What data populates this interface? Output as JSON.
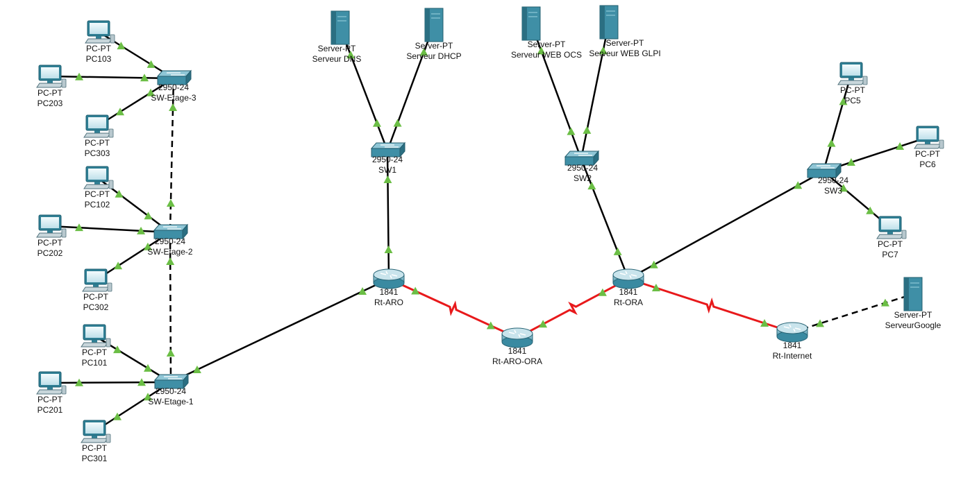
{
  "colors": {
    "link_ethernet": "#000000",
    "link_serial": "#e8191b",
    "link_up_marker": "#6bbe45",
    "device_teal": "#3f8fa6",
    "device_dark": "#2b6f82",
    "screen": "#d7ecf3"
  },
  "devices": [
    {
      "id": "pc103",
      "kind": "pc",
      "model": "PC-PT",
      "name": "PC103"
    },
    {
      "id": "pc203",
      "kind": "pc",
      "model": "PC-PT",
      "name": "PC203"
    },
    {
      "id": "pc303",
      "kind": "pc",
      "model": "PC-PT",
      "name": "PC303"
    },
    {
      "id": "pc102",
      "kind": "pc",
      "model": "PC-PT",
      "name": "PC102"
    },
    {
      "id": "pc202",
      "kind": "pc",
      "model": "PC-PT",
      "name": "PC202"
    },
    {
      "id": "pc302",
      "kind": "pc",
      "model": "PC-PT",
      "name": "PC302"
    },
    {
      "id": "pc101",
      "kind": "pc",
      "model": "PC-PT",
      "name": "PC101"
    },
    {
      "id": "pc201",
      "kind": "pc",
      "model": "PC-PT",
      "name": "PC201"
    },
    {
      "id": "pc301",
      "kind": "pc",
      "model": "PC-PT",
      "name": "PC301"
    },
    {
      "id": "sw3e",
      "kind": "switch",
      "model": "2950-24",
      "name": "SW-Etage-3"
    },
    {
      "id": "sw2e",
      "kind": "switch",
      "model": "2950-24",
      "name": "SW-Etage-2"
    },
    {
      "id": "sw1e",
      "kind": "switch",
      "model": "2950-24",
      "name": "SW-Etage-1"
    },
    {
      "id": "dns",
      "kind": "server",
      "model": "Server-PT",
      "name": "Serveur DNS"
    },
    {
      "id": "dhcp",
      "kind": "server",
      "model": "Server-PT",
      "name": "Serveur DHCP"
    },
    {
      "id": "ocs",
      "kind": "server",
      "model": "Server-PT",
      "name": "Serveur WEB OCS"
    },
    {
      "id": "glpi",
      "kind": "server",
      "model": "Server-PT",
      "name": "Serveur WEB GLPI"
    },
    {
      "id": "sw1",
      "kind": "switch",
      "model": "2950-24",
      "name": "SW1"
    },
    {
      "id": "sw2",
      "kind": "switch",
      "model": "2950-24",
      "name": "SW2"
    },
    {
      "id": "sw3",
      "kind": "switch",
      "model": "2950-24",
      "name": "SW3"
    },
    {
      "id": "pc5",
      "kind": "pc",
      "model": "PC-PT",
      "name": "PC5"
    },
    {
      "id": "pc6",
      "kind": "pc",
      "model": "PC-PT",
      "name": "PC6"
    },
    {
      "id": "pc7",
      "kind": "pc",
      "model": "PC-PT",
      "name": "PC7"
    },
    {
      "id": "rtaro",
      "kind": "router",
      "model": "1841",
      "name": "Rt-ARO"
    },
    {
      "id": "rtaroora",
      "kind": "router",
      "model": "1841",
      "name": "Rt-ARO-ORA"
    },
    {
      "id": "rtora",
      "kind": "router",
      "model": "1841",
      "name": "Rt-ORA"
    },
    {
      "id": "rtinternet",
      "kind": "router",
      "model": "1841",
      "name": "Rt-Internet"
    },
    {
      "id": "google",
      "kind": "server",
      "model": "Server-PT",
      "name": "ServeurGoogle"
    }
  ],
  "links": [
    {
      "from": "pc103",
      "to": "sw3e",
      "type": "straight"
    },
    {
      "from": "pc203",
      "to": "sw3e",
      "type": "straight"
    },
    {
      "from": "pc303",
      "to": "sw3e",
      "type": "straight"
    },
    {
      "from": "pc102",
      "to": "sw2e",
      "type": "straight"
    },
    {
      "from": "pc202",
      "to": "sw2e",
      "type": "straight"
    },
    {
      "from": "pc302",
      "to": "sw2e",
      "type": "straight"
    },
    {
      "from": "pc101",
      "to": "sw1e",
      "type": "straight"
    },
    {
      "from": "pc201",
      "to": "sw1e",
      "type": "straight"
    },
    {
      "from": "pc301",
      "to": "sw1e",
      "type": "straight"
    },
    {
      "from": "sw3e",
      "to": "sw2e",
      "type": "crossover"
    },
    {
      "from": "sw2e",
      "to": "sw1e",
      "type": "crossover"
    },
    {
      "from": "sw1e",
      "to": "rtaro",
      "type": "straight"
    },
    {
      "from": "dns",
      "to": "sw1",
      "type": "straight"
    },
    {
      "from": "dhcp",
      "to": "sw1",
      "type": "straight"
    },
    {
      "from": "sw1",
      "to": "rtaro",
      "type": "straight"
    },
    {
      "from": "ocs",
      "to": "sw2",
      "type": "straight"
    },
    {
      "from": "glpi",
      "to": "sw2",
      "type": "straight"
    },
    {
      "from": "sw2",
      "to": "rtora",
      "type": "straight"
    },
    {
      "from": "pc5",
      "to": "sw3",
      "type": "straight"
    },
    {
      "from": "pc6",
      "to": "sw3",
      "type": "straight"
    },
    {
      "from": "pc7",
      "to": "sw3",
      "type": "straight"
    },
    {
      "from": "sw3",
      "to": "rtora",
      "type": "straight"
    },
    {
      "from": "rtaro",
      "to": "rtaroora",
      "type": "serial"
    },
    {
      "from": "rtaroora",
      "to": "rtora",
      "type": "serial"
    },
    {
      "from": "rtora",
      "to": "rtinternet",
      "type": "serial"
    },
    {
      "from": "rtinternet",
      "to": "google",
      "type": "crossover"
    }
  ]
}
